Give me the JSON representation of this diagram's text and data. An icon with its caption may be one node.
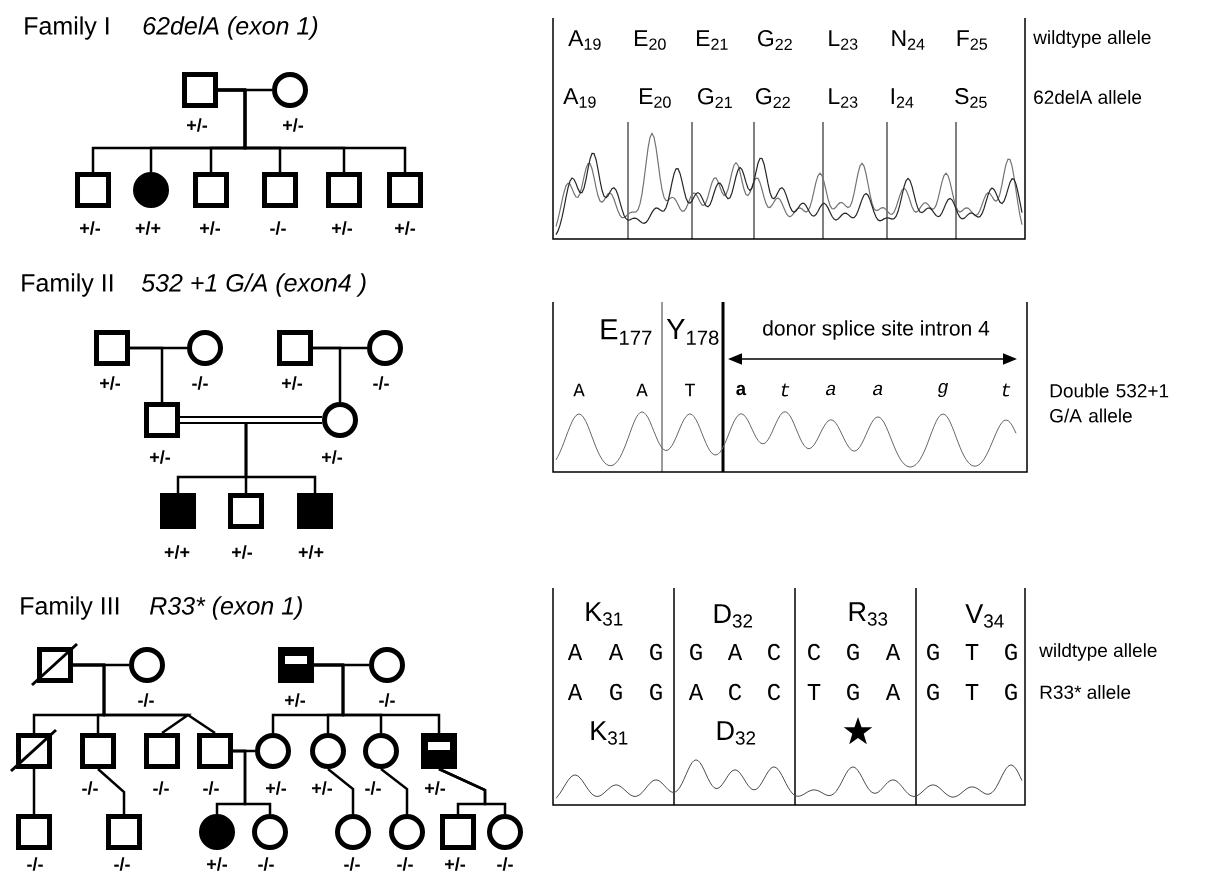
{
  "diagram": {
    "nodes": [
      {
        "text": [],
        "shape": "box",
        "beside": [
          "+/-"
        ]
      },
      {
        "text": [],
        "shape": "circle",
        "beside": [
          "+/-"
        ]
      },
      {
        "text": [],
        "shape": "box",
        "beside": [
          "+/-"
        ]
      },
      {
        "text": [],
        "shape": "circle",
        "beside": [
          "+/+"
        ]
      },
      {
        "text": [],
        "shape": "box",
        "beside": [
          "+/-"
        ]
      },
      {
        "text": [],
        "shape": "box",
        "beside": [
          "-/-"
        ]
      },
      {
        "text": [],
        "shape": "box",
        "beside": [
          "+/-"
        ]
      },
      {
        "text": [],
        "shape": "box",
        "beside": [
          "+/-"
        ]
      },
      {
        "text": [],
        "shape": "box",
        "beside": [
          "+/-"
        ]
      },
      {
        "text": [],
        "shape": "circle",
        "beside": [
          "-/-"
        ]
      },
      {
        "text": [],
        "shape": "box",
        "beside": [
          "+/-"
        ]
      },
      {
        "text": [],
        "shape": "circle",
        "beside": [
          "-/-"
        ]
      },
      {
        "text": [],
        "shape": "box",
        "beside": [
          "+/-"
        ]
      },
      {
        "text": [],
        "shape": "circle",
        "beside": [
          "+/-"
        ]
      },
      {
        "text": [],
        "shape": "box",
        "beside": [
          "+/+"
        ]
      },
      {
        "text": [],
        "shape": "box",
        "beside": [
          "+/-"
        ]
      },
      {
        "text": [],
        "shape": "box",
        "beside": [
          "+/+"
        ]
      },
      {
        "text": [],
        "shape": "box"
      },
      {
        "text": [],
        "shape": "circle",
        "beside": [
          "-/-"
        ]
      },
      {
        "text": [],
        "shape": "box",
        "beside": [
          "+/-"
        ]
      },
      {
        "text": [],
        "shape": "circle",
        "beside": [
          "-/-"
        ]
      },
      {
        "text": [],
        "shape": "box"
      },
      {
        "text": [],
        "shape": "box",
        "beside": [
          "-/-"
        ]
      },
      {
        "text": [],
        "shape": "box",
        "beside": [
          "-/-"
        ]
      },
      {
        "text": [],
        "shape": "box",
        "beside": [
          "-/-"
        ]
      },
      {
        "text": [],
        "shape": "circle",
        "beside": [
          "+/-"
        ]
      },
      {
        "text": [],
        "shape": "circle",
        "beside": [
          "+/-"
        ]
      },
      {
        "text": [],
        "shape": "circle",
        "beside": [
          "-/-"
        ]
      },
      {
        "text": [],
        "shape": "box",
        "beside": [
          "+/-"
        ]
      },
      {
        "text": [],
        "shape": "box",
        "beside": [
          "-/-"
        ]
      },
      {
        "text": [],
        "shape": "box",
        "beside": [
          "-/-"
        ]
      },
      {
        "text": [],
        "shape": "circle",
        "beside": [
          "+/-"
        ]
      },
      {
        "text": [],
        "shape": "circle",
        "beside": [
          "-/-"
        ]
      },
      {
        "text": [],
        "shape": "circle",
        "beside": [
          "-/-"
        ]
      },
      {
        "text": [],
        "shape": "circle",
        "beside": [
          "-/-"
        ]
      },
      {
        "text": [],
        "shape": "box",
        "beside": [
          "+/-"
        ]
      },
      {
        "text": [],
        "shape": "circle",
        "beside": [
          "-/-"
        ]
      }
    ],
    "edges": [
      {
        "from": 0,
        "to": 1,
        "arrow": "none"
      },
      {
        "from": 0,
        "to": 2,
        "arrow": "none"
      },
      {
        "from": 0,
        "to": 3,
        "arrow": "none"
      },
      {
        "from": 0,
        "to": 4,
        "arrow": "none"
      },
      {
        "from": 0,
        "to": 5,
        "arrow": "none"
      },
      {
        "from": 0,
        "to": 6,
        "arrow": "none"
      },
      {
        "from": 0,
        "to": 7,
        "arrow": "none"
      },
      {
        "from": 8,
        "to": 9,
        "arrow": "none"
      },
      {
        "from": 10,
        "to": 11,
        "arrow": "none"
      },
      {
        "from": 8,
        "to": 12,
        "arrow": "none"
      },
      {
        "from": 10,
        "to": 13,
        "arrow": "none"
      },
      {
        "from": 12,
        "to": 13,
        "arrow": "none",
        "style": "thick"
      },
      {
        "from": 12,
        "to": 14,
        "arrow": "none"
      },
      {
        "from": 12,
        "to": 15,
        "arrow": "none"
      },
      {
        "from": 12,
        "to": 16,
        "arrow": "none"
      },
      {
        "from": 17,
        "to": 18,
        "arrow": "none"
      },
      {
        "from": 17,
        "to": 21,
        "arrow": "none"
      },
      {
        "from": 17,
        "to": 22,
        "arrow": "none"
      },
      {
        "from": 17,
        "to": 23,
        "arrow": "none"
      },
      {
        "from": 17,
        "to": 24,
        "arrow": "none"
      },
      {
        "from": 19,
        "to": 20,
        "arrow": "none"
      },
      {
        "from": 19,
        "to": 25,
        "arrow": "none"
      },
      {
        "from": 19,
        "to": 26,
        "arrow": "none"
      },
      {
        "from": 19,
        "to": 27,
        "arrow": "none"
      },
      {
        "from": 19,
        "to": 28,
        "arrow": "none"
      },
      {
        "from": 24,
        "to": 25,
        "arrow": "none"
      },
      {
        "from": 24,
        "to": 31,
        "arrow": "none"
      },
      {
        "from": 24,
        "to": 32,
        "arrow": "none"
      },
      {
        "from": 21,
        "to": 29,
        "arrow": "none"
      },
      {
        "from": 22,
        "to": 30,
        "arrow": "none"
      },
      {
        "from": 26,
        "to": 33,
        "arrow": "none"
      },
      {
        "from": 27,
        "to": 34,
        "arrow": "none"
      },
      {
        "from": 28,
        "to": 35,
        "arrow": "none"
      },
      {
        "from": 28,
        "to": 36,
        "arrow": "none"
      }
    ],
    "labels": [
      "Family I",
      "62delA (exon 1)",
      "A$_{19}$",
      "E$_{20}$",
      "E$_{21}$",
      "G$_{22}$",
      "L$_{23}$",
      "N$_{24}$",
      "F$_{25}$",
      "wildtype allele",
      "A$_{19}$",
      "E$_{20}$",
      "G$_{21}$",
      "G$_{22}$",
      "L$_{23}$",
      "I$_{24}$",
      "S$_{25}$",
      "62delA allele",
      "Family II",
      "532 +1 G/A (exon4 )",
      "E$_{177}$",
      "Y$_{178}$",
      "donor splice site intron 4",
      "A",
      "A",
      "T",
      "a",
      "t",
      "a",
      "a",
      "g",
      "t",
      "Double 532+1 G/A allele",
      "Family III",
      "R33* (exon 1)",
      "K$_{31}$",
      "D$_{32}$",
      "R$_{33}$",
      "V$_{34}$",
      "A",
      "A",
      "G",
      "G",
      "A",
      "C",
      "C",
      "G",
      "A",
      "G",
      "T",
      "G",
      "wildtype allele",
      "A",
      "G",
      "G",
      "A",
      "C",
      "C",
      "T",
      "G",
      "A",
      "G",
      "T",
      "G",
      "R33* allele",
      "K$_{31}$",
      "D$_{32}$"
    ]
  }
}
